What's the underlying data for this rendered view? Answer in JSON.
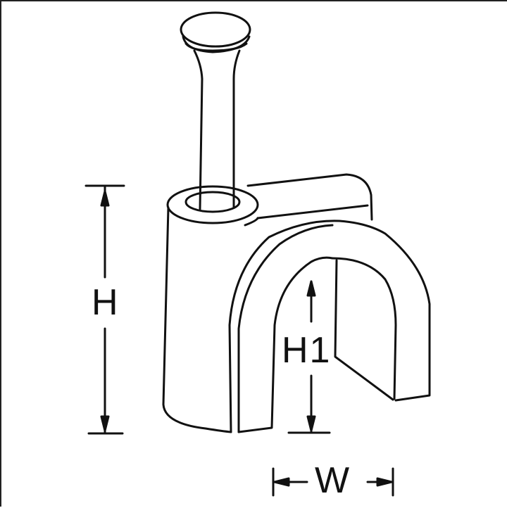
{
  "diagram": {
    "subject": "cable clip with nail",
    "stroke_color": "#111111",
    "background": "#ffffff",
    "dimensions": {
      "height_label": "H",
      "inner_height_label": "H1",
      "width_label": "W"
    }
  }
}
